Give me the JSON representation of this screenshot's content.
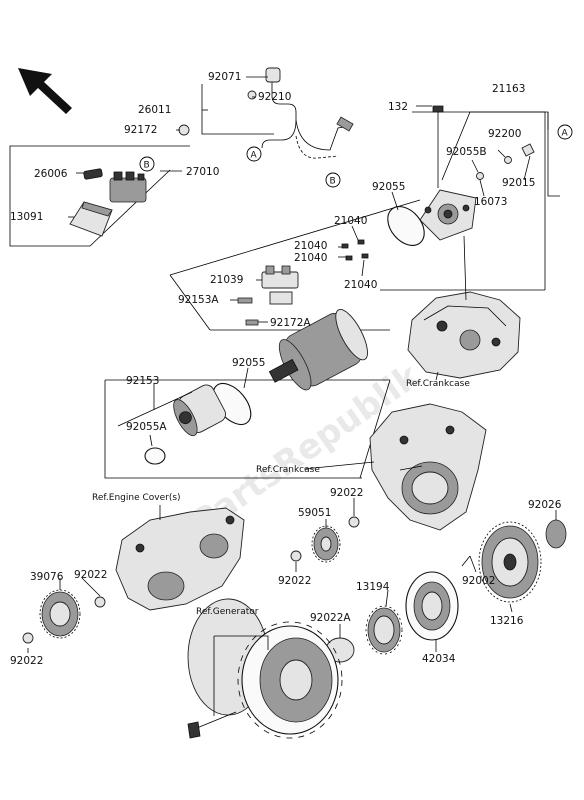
{
  "labels": {
    "p92071": "92071",
    "p92210": "92210",
    "p26011": "26011",
    "p92172": "92172",
    "p27010": "27010",
    "p26006": "26006",
    "p13091": "13091",
    "p132": "132",
    "p21163": "21163",
    "p92200": "92200",
    "p92055B": "92055B",
    "p92015": "92015",
    "p16073": "16073",
    "p92055a": "92055",
    "p21040a": "21040",
    "p21040b": "21040",
    "p21040c": "21040",
    "p21040d": "21040",
    "p21039": "21039",
    "p92153A": "92153A",
    "p92172A": "92172A",
    "p92055b": "92055",
    "p92153": "92153",
    "p92055A": "92055A",
    "p92022a": "92022",
    "p59051": "59051",
    "p92026": "92026",
    "p92022b": "92022",
    "p13194": "13194",
    "p92002": "92002",
    "p39076": "39076",
    "p92022c": "92022",
    "p92022A": "92022A",
    "p13216": "13216",
    "p42034": "42034",
    "p92022d": "92022"
  },
  "refs": {
    "crankcase1": "Ref.Crankcase",
    "crankcase2": "Ref.Crankcase",
    "engine_cover": "Ref.Engine Cover(s)",
    "generator": "Ref.Generator"
  },
  "markers": {
    "a": "A",
    "b": "B"
  },
  "watermark": "PartsRepublik"
}
